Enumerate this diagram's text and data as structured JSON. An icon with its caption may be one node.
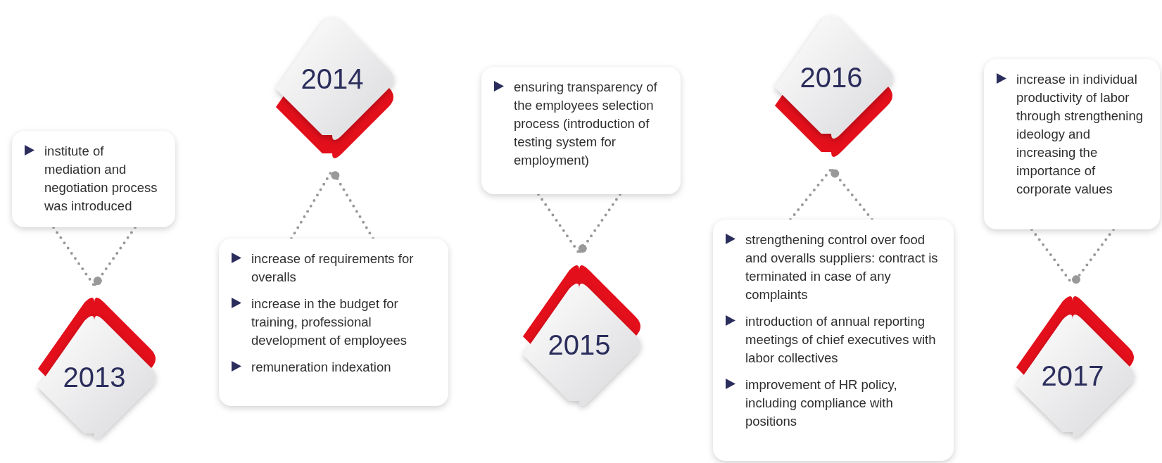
{
  "diagram": {
    "nodes": [
      {
        "text": [
          "institute of mediation and negotiation process was introduced"
        ]
      },
      {
        "text": [
          "2013"
        ]
      },
      {
        "text": [
          "2014"
        ]
      },
      {
        "text": [
          "increase of requirements for overalls",
          "increase in the budget for training, professional development of employees",
          "remuneration indexation"
        ]
      },
      {
        "text": [
          "ensuring transparency of the employees selection process (introduction of testing system for employment)"
        ]
      },
      {
        "text": [
          "2015"
        ]
      },
      {
        "text": [
          "2016"
        ]
      },
      {
        "text": [
          "strengthening control over food and overalls suppliers: contract is terminated in case of any complaints",
          "introduction of annual reporting meetings of chief executives with labor collectives",
          "improvement of HR policy, including compliance with positions"
        ]
      },
      {
        "text": [
          "increase in individual productivity of labor through strengthening ideology and increasing the importance of corporate values"
        ]
      },
      {
        "text": [
          "2017"
        ]
      }
    ],
    "edges": [
      {
        "from": 0,
        "to": 1,
        "arrow": "other",
        "style": "dashed"
      },
      {
        "from": 3,
        "to": 2,
        "arrow": "other",
        "style": "dashed"
      },
      {
        "from": 4,
        "to": 5,
        "arrow": "other",
        "style": "dashed"
      },
      {
        "from": 7,
        "to": 6,
        "arrow": "other",
        "style": "dashed"
      },
      {
        "from": 8,
        "to": 9,
        "arrow": "other",
        "style": "dashed"
      }
    ]
  }
}
